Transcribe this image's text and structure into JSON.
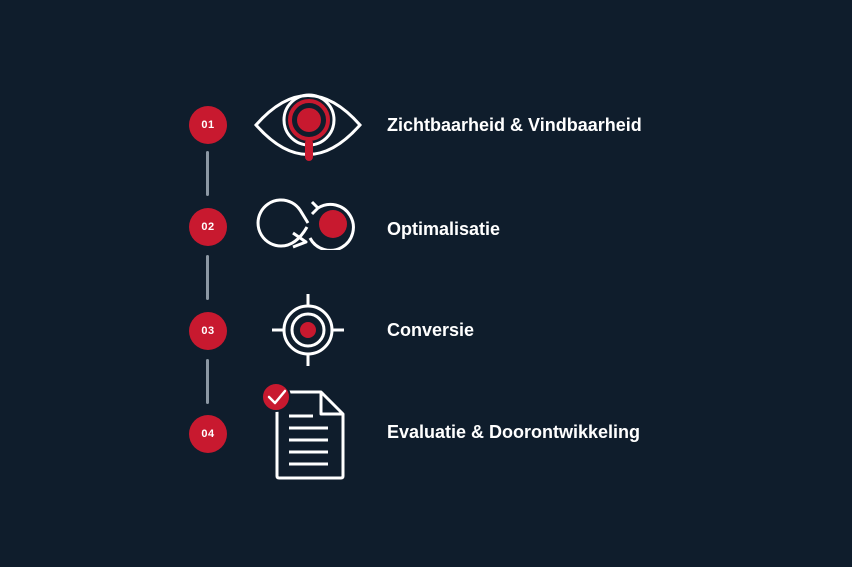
{
  "colors": {
    "background": "#0f1d2c",
    "accent": "#c8192f",
    "line": "#ffffff",
    "connector": "#8c98a4"
  },
  "steps": [
    {
      "number": "01",
      "label": "Zichtbaarheid & Vindbaarheid",
      "icon": "eye-magnifier-icon"
    },
    {
      "number": "02",
      "label": "Optimalisatie",
      "icon": "infinity-loop-icon"
    },
    {
      "number": "03",
      "label": "Conversie",
      "icon": "target-crosshair-icon"
    },
    {
      "number": "04",
      "label": "Evaluatie & Doorontwikkeling",
      "icon": "checked-document-icon"
    }
  ]
}
